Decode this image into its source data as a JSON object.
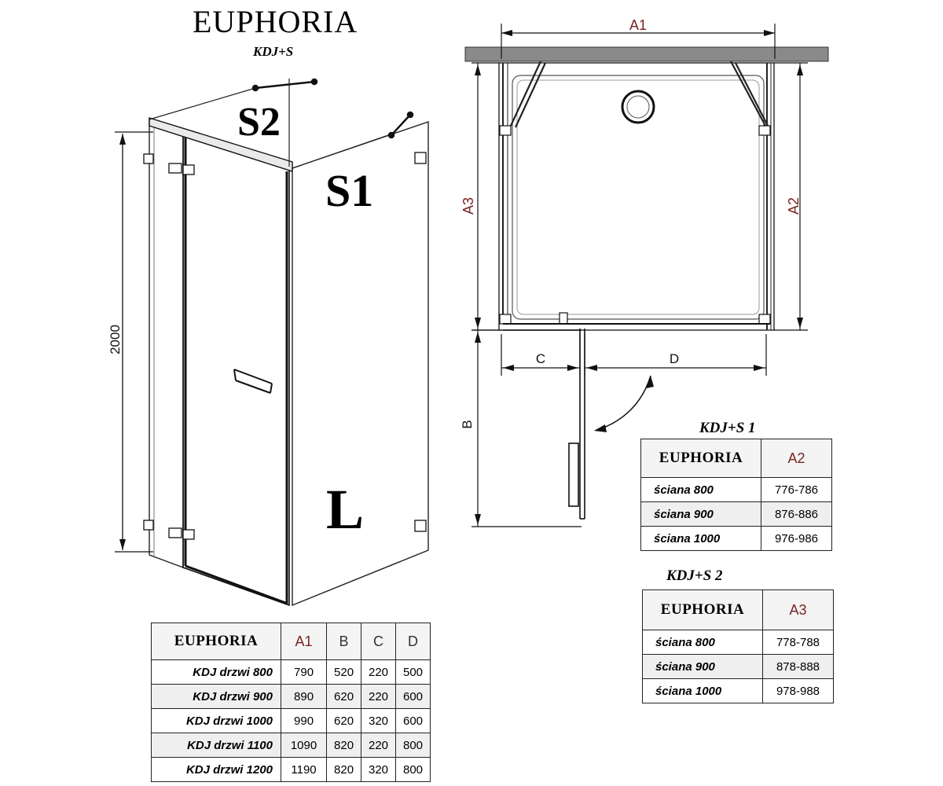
{
  "header": {
    "title": "EUPHORIA",
    "subtitle": "KDJ+S"
  },
  "perspective": {
    "height_label": "2000",
    "wall_labels": {
      "s1": "S1",
      "s2": "S2"
    },
    "side_label": "L"
  },
  "plan": {
    "dim_labels": {
      "a1": "A1",
      "a2": "A2",
      "a3": "A3",
      "b": "B",
      "c": "C",
      "d": "D"
    }
  },
  "main_table": {
    "headers": [
      "EUPHORIA",
      "A1",
      "B",
      "C",
      "D"
    ],
    "rows": [
      {
        "label": "KDJ drzwi 800",
        "a1": "790",
        "b": "520",
        "c": "220",
        "d": "500"
      },
      {
        "label": "KDJ drzwi 900",
        "a1": "890",
        "b": "620",
        "c": "220",
        "d": "600"
      },
      {
        "label": "KDJ drzwi 1000",
        "a1": "990",
        "b": "620",
        "c": "320",
        "d": "600"
      },
      {
        "label": "KDJ drzwi 1100",
        "a1": "1090",
        "b": "820",
        "c": "220",
        "d": "800"
      },
      {
        "label": "KDJ drzwi 1200",
        "a1": "1190",
        "b": "820",
        "c": "320",
        "d": "800"
      }
    ]
  },
  "s1_table": {
    "caption": "KDJ+S 1",
    "headers": [
      "EUPHORIA",
      "A2"
    ],
    "rows": [
      {
        "label": "ściana 800",
        "value": "776-786"
      },
      {
        "label": "ściana 900",
        "value": "876-886"
      },
      {
        "label": "ściana 1000",
        "value": "976-986"
      }
    ]
  },
  "s2_table": {
    "caption": "KDJ+S 2",
    "headers": [
      "EUPHORIA",
      "A3"
    ],
    "rows": [
      {
        "label": "ściana 800",
        "value": "778-788"
      },
      {
        "label": "ściana 900",
        "value": "878-888"
      },
      {
        "label": "ściana 1000",
        "value": "978-988"
      }
    ]
  }
}
